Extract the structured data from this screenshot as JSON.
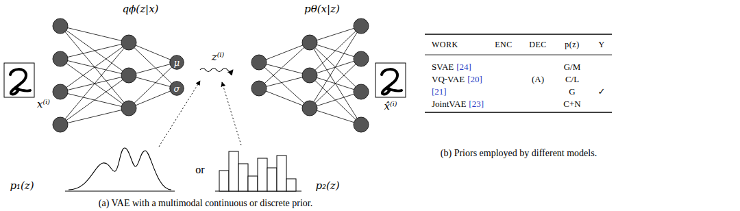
{
  "diagram": {
    "nodes": [
      {
        "text": [
          "μ"
        ]
      },
      {
        "text": [
          "σ"
        ]
      }
    ],
    "labels": [
      "x⁽ⁱ⁾",
      "qϕ(z|x)",
      "z⁽ⁱ⁾",
      "pθ(x|z)",
      "x̂⁽ⁱ⁾",
      "p₁(z)",
      "or",
      "p₂(z)",
      "(a) VAE with a multimodal continuous or discrete prior.",
      "WORK",
      "ENC",
      "DEC",
      "p(z)",
      "Y",
      "SVAE",
      "[24]",
      "G/M",
      "VQ-VAE",
      "[20]",
      "(A)",
      "C/L",
      "[21]",
      "G",
      "✓",
      "JointVAE",
      "[23]",
      "C+N",
      "(b) Priors employed by different models."
    ]
  }
}
